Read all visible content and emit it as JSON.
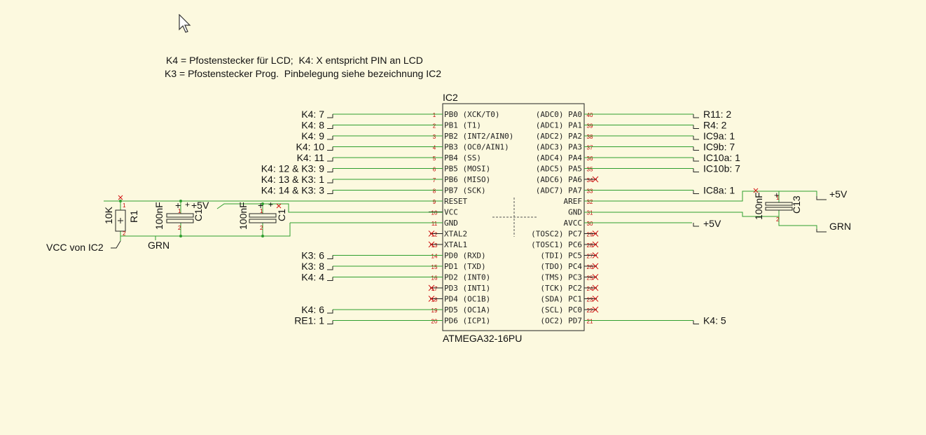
{
  "notes": [
    "K4 = Pfostenstecker für LCD;  K4: X entspricht PIN an LCD",
    "K3 = Pfostenstecker Prog.  Pinbelegung siehe bezeichnung IC2"
  ],
  "chip": {
    "name": "IC2",
    "part": "ATMEGA32-16PU"
  },
  "left_pins": [
    {
      "no": "1",
      "name": "PB0",
      "func": "(XCK/T0)",
      "net": "K4: 7"
    },
    {
      "no": "2",
      "name": "PB1",
      "func": "(T1)",
      "net": "K4: 8"
    },
    {
      "no": "3",
      "name": "PB2",
      "func": "(INT2/AIN0)",
      "net": "K4: 9"
    },
    {
      "no": "4",
      "name": "PB3",
      "func": "(OC0/AIN1)",
      "net": "K4: 10"
    },
    {
      "no": "5",
      "name": "PB4",
      "func": "(SS)",
      "net": "K4: 11"
    },
    {
      "no": "6",
      "name": "PB5",
      "func": "(MOSI)",
      "net": "K4: 12 & K3: 9"
    },
    {
      "no": "7",
      "name": "PB6",
      "func": "(MISO)",
      "net": "K4: 13 & K3: 1"
    },
    {
      "no": "8",
      "name": "PB7",
      "func": "(SCK)",
      "net": "K4: 14 & K3: 3"
    },
    {
      "no": "9",
      "name": "RESET",
      "func": "",
      "net": ""
    },
    {
      "no": "10",
      "name": "VCC",
      "func": "",
      "net": ""
    },
    {
      "no": "11",
      "name": "GND",
      "func": "",
      "net": ""
    },
    {
      "no": "12",
      "name": "XTAL2",
      "func": "",
      "net": ""
    },
    {
      "no": "13",
      "name": "XTAL1",
      "func": "",
      "net": ""
    },
    {
      "no": "14",
      "name": "PD0",
      "func": "(RXD)",
      "net": "K3: 6"
    },
    {
      "no": "15",
      "name": "PD1",
      "func": "(TXD)",
      "net": "K3: 8"
    },
    {
      "no": "16",
      "name": "PD2",
      "func": "(INT0)",
      "net": "K4: 4"
    },
    {
      "no": "17",
      "name": "PD3",
      "func": "(INT1)",
      "net": ""
    },
    {
      "no": "18",
      "name": "PD4",
      "func": "(OC1B)",
      "net": ""
    },
    {
      "no": "19",
      "name": "PD5",
      "func": "(OC1A)",
      "net": "K4: 6"
    },
    {
      "no": "20",
      "name": "PD6",
      "func": "(ICP1)",
      "net": "RE1: 1"
    }
  ],
  "right_pins": [
    {
      "no": "40",
      "name": "PA0",
      "func": "(ADC0)",
      "net": "R11: 2"
    },
    {
      "no": "39",
      "name": "PA1",
      "func": "(ADC1)",
      "net": "R4: 2"
    },
    {
      "no": "38",
      "name": "PA2",
      "func": "(ADC2)",
      "net": "IC9a: 1"
    },
    {
      "no": "37",
      "name": "PA3",
      "func": "(ADC3)",
      "net": "IC9b: 7"
    },
    {
      "no": "36",
      "name": "PA4",
      "func": "(ADC4)",
      "net": "IC10a: 1"
    },
    {
      "no": "35",
      "name": "PA5",
      "func": "(ADC5)",
      "net": "IC10b: 7"
    },
    {
      "no": "34",
      "name": "PA6",
      "func": "(ADC6)",
      "net": ""
    },
    {
      "no": "33",
      "name": "PA7",
      "func": "(ADC7)",
      "net": "IC8a: 1"
    },
    {
      "no": "32",
      "name": "AREF",
      "func": "",
      "net": ""
    },
    {
      "no": "31",
      "name": "GND",
      "func": "",
      "net": ""
    },
    {
      "no": "30",
      "name": "AVCC",
      "func": "",
      "net": "+5V"
    },
    {
      "no": "29",
      "name": "PC7",
      "func": "(TOSC2)",
      "net": ""
    },
    {
      "no": "28",
      "name": "PC6",
      "func": "(TOSC1)",
      "net": ""
    },
    {
      "no": "27",
      "name": "PC5",
      "func": "(TDI)",
      "net": ""
    },
    {
      "no": "26",
      "name": "PC4",
      "func": "(TDO)",
      "net": ""
    },
    {
      "no": "25",
      "name": "PC3",
      "func": "(TMS)",
      "net": ""
    },
    {
      "no": "24",
      "name": "PC2",
      "func": "(TCK)",
      "net": ""
    },
    {
      "no": "23",
      "name": "PC1",
      "func": "(SDA)",
      "net": ""
    },
    {
      "no": "22",
      "name": "PC0",
      "func": "(SCL)",
      "net": ""
    },
    {
      "no": "21",
      "name": "PD7",
      "func": "(OC2)",
      "net": "K4: 5"
    }
  ],
  "components": {
    "r1": {
      "name": "R1",
      "value": "10K",
      "pin1": "1",
      "pin2": "2"
    },
    "c1a": {
      "name": "C1",
      "value": "100nF",
      "pin1": "1",
      "pin2": "2",
      "plus": "+"
    },
    "c1b": {
      "name": "C1",
      "value": "100nF",
      "pin1": "1",
      "pin2": "2",
      "plus": "+"
    },
    "c13": {
      "name": "C13",
      "value": "100nF",
      "pin1": "1",
      "pin2": "2",
      "plus": "+"
    }
  },
  "supplies": {
    "vcc_von_ic2": "VCC von IC2",
    "grn_left": "GRN",
    "plus5v_left": "+5V",
    "plus5v_right": "+5V",
    "grn_right": "GRN"
  },
  "colors": {
    "wire": "#2e9e2e",
    "chip": "#222222",
    "pin_number": "#c00000",
    "noconnect": "#d01010",
    "background": "#fcf9df"
  }
}
